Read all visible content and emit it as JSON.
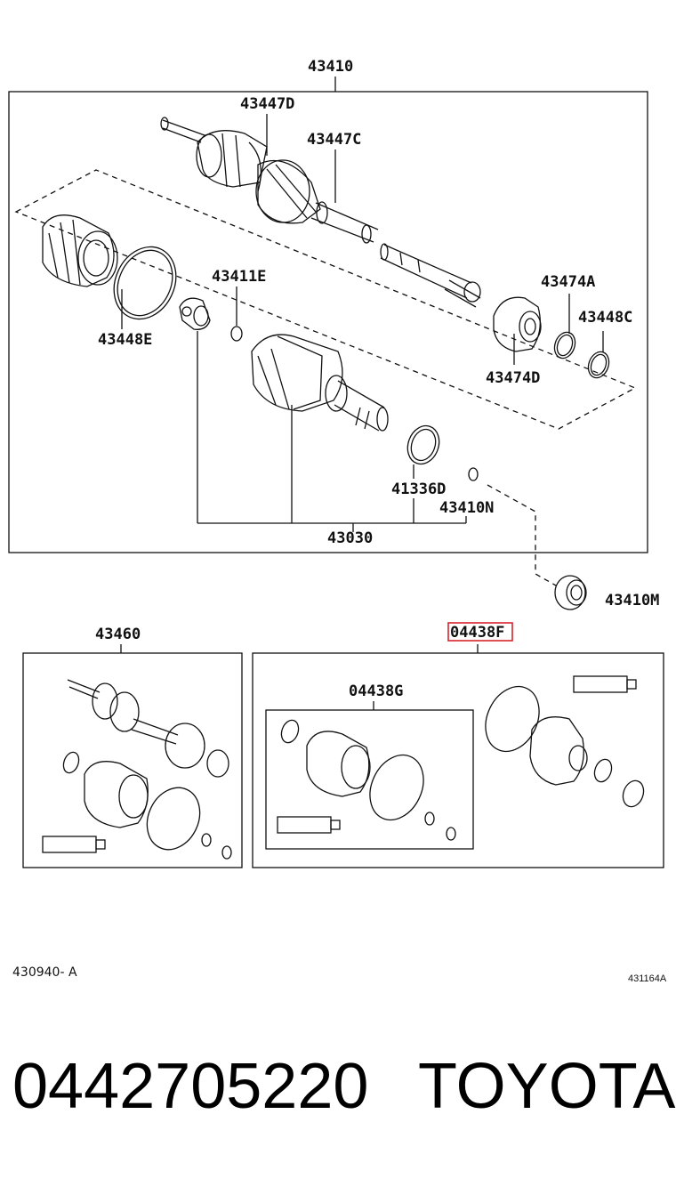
{
  "labels": {
    "l43410": "43410",
    "l43447D": "43447D",
    "l43447C": "43447C",
    "l43411E": "43411E",
    "l43474A": "43474A",
    "l43448C": "43448C",
    "l43448E": "43448E",
    "l43474D": "43474D",
    "l41336D": "41336D",
    "l43410N": "43410N",
    "l43030": "43030",
    "l43410M": "43410M",
    "l43460": "43460",
    "l04438F": "04438F",
    "l04438G": "04438G"
  },
  "refs": {
    "left": "430940- A",
    "right": "431164A"
  },
  "footer": {
    "part_number": "0442705220",
    "brand": "TOYOTA"
  },
  "highlight_color": "#d9232e"
}
